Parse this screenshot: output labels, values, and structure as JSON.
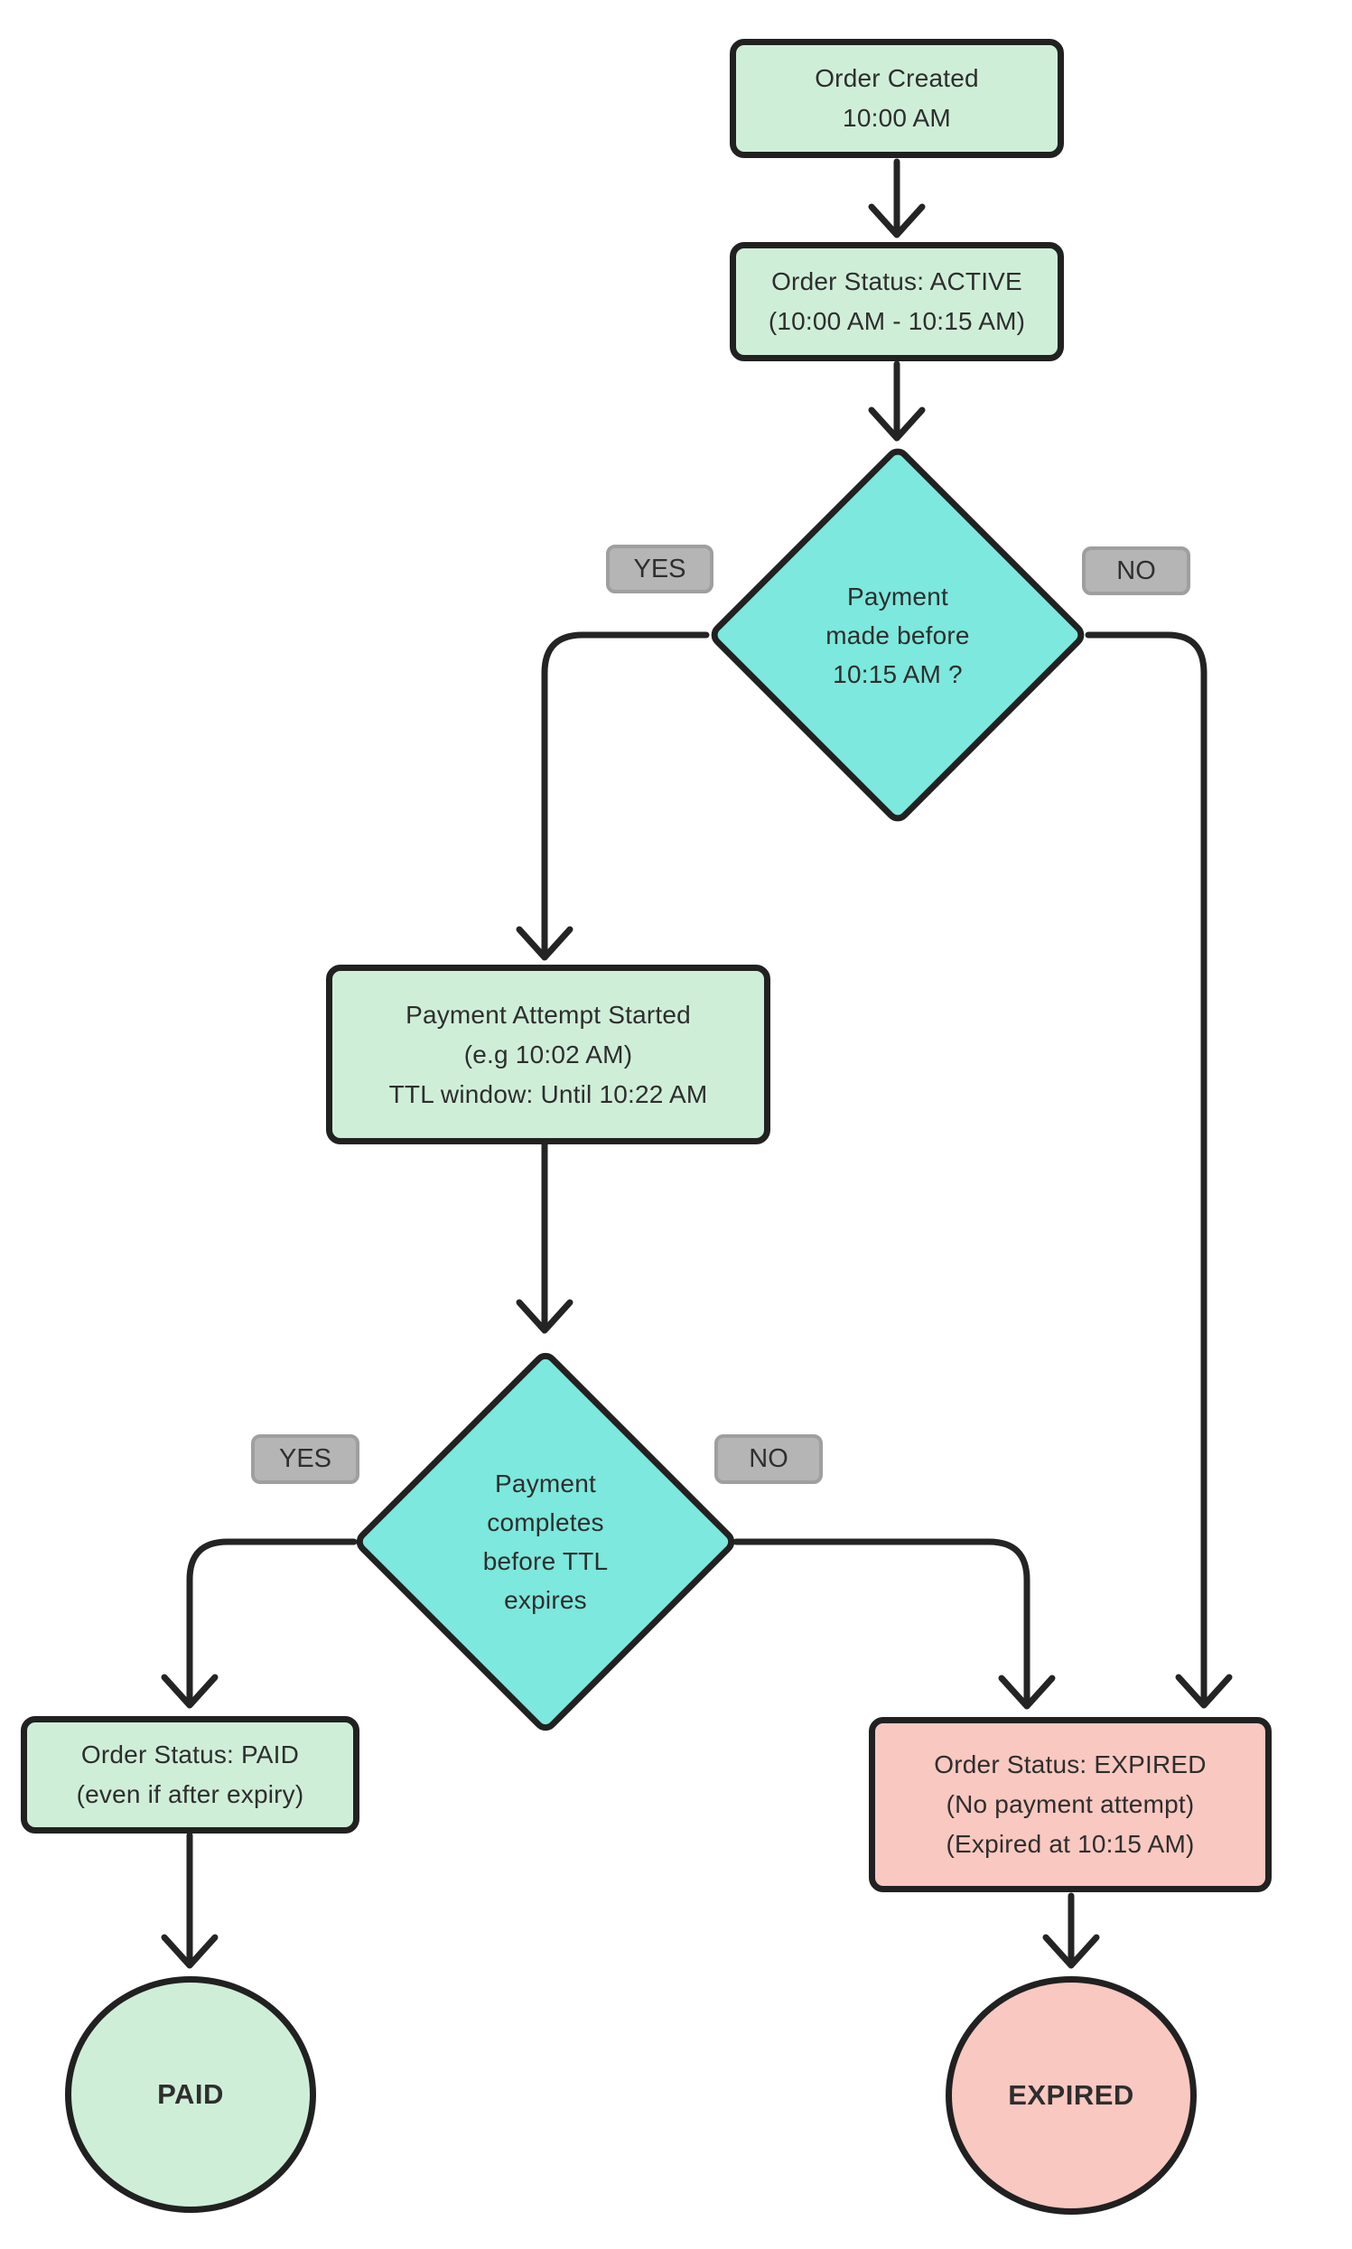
{
  "diagram": {
    "nodes": {
      "order_created": {
        "lines": [
          "Order Created",
          "10:00 AM"
        ]
      },
      "order_active": {
        "lines": [
          "Order Status: ACTIVE",
          "(10:00 AM - 10:15 AM)"
        ]
      },
      "decision_payment_before": {
        "lines": [
          "Payment",
          "made before",
          "10:15 AM ?"
        ]
      },
      "payment_attempt": {
        "lines": [
          "Payment Attempt Started",
          "(e.g 10:02 AM)",
          "TTL window: Until 10:22 AM"
        ]
      },
      "decision_payment_completes": {
        "lines": [
          "Payment",
          "completes",
          "before TTL",
          "expires"
        ]
      },
      "order_paid": {
        "lines": [
          "Order Status: PAID",
          "(even if after expiry)"
        ]
      },
      "order_expired": {
        "lines": [
          "Order Status: EXPIRED",
          "(No payment attempt)",
          "(Expired at 10:15 AM)"
        ]
      },
      "paid_terminal": {
        "label": "PAID"
      },
      "expired_terminal": {
        "label": "EXPIRED"
      }
    },
    "edge_labels": {
      "yes": "YES",
      "no": "NO"
    },
    "colors": {
      "background": "#ffffff",
      "process_fill": "#cfeed8",
      "decision_fill": "#7de8dd",
      "negative_fill": "#f9c8c1",
      "node_border": "#212121",
      "connector": "#242424",
      "label_fill": "#b5b5b5",
      "label_border": "#9f9f9f",
      "text": "#2e2e2e"
    }
  }
}
